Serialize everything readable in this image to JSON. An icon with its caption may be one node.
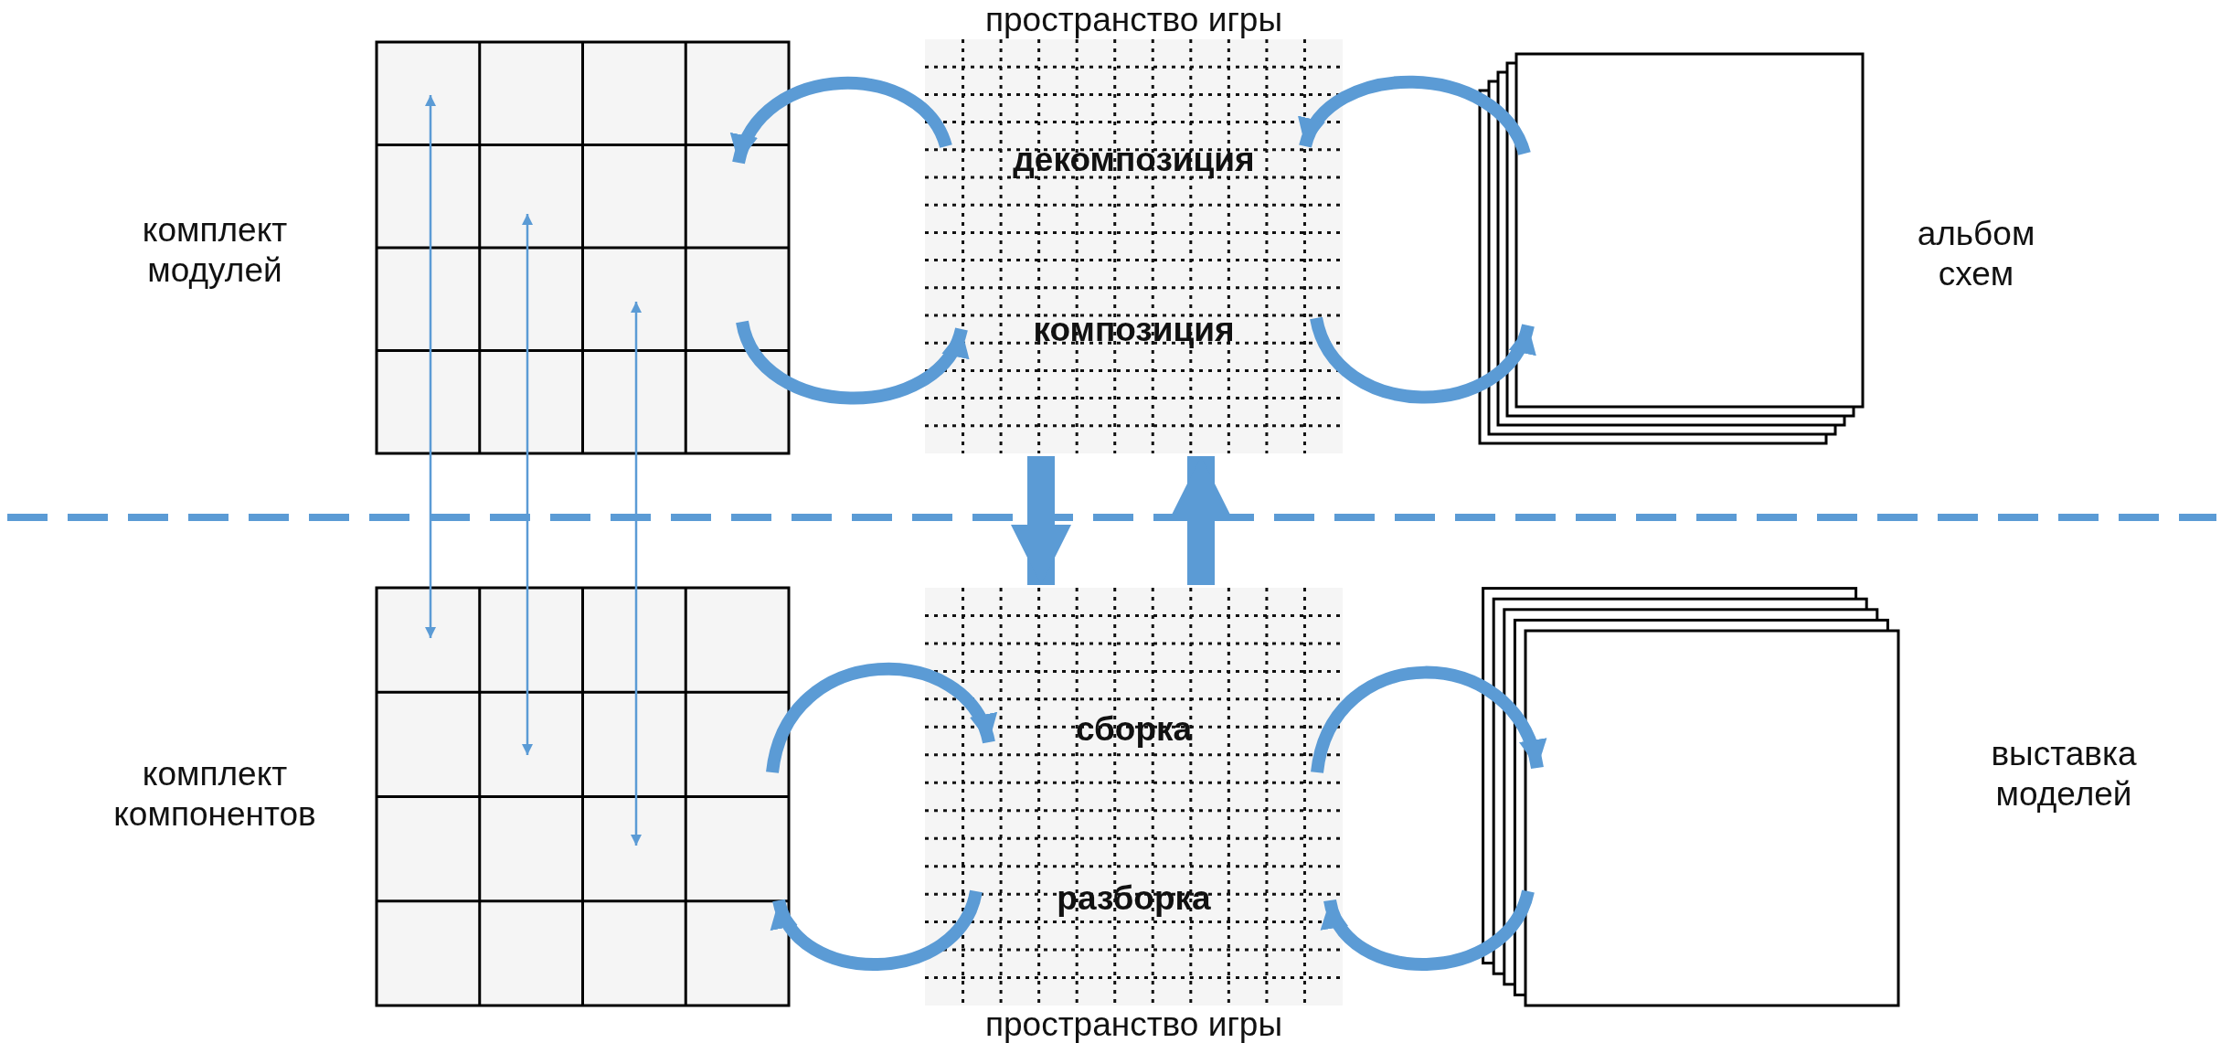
{
  "diagram": {
    "nodes": [
      {
        "text": [
          "комплект модулей"
        ]
      },
      {
        "text": [
          "пространство игры",
          "декомпозиция",
          "композиция"
        ]
      },
      {
        "text": [
          "альбом схем"
        ]
      },
      {
        "text": [
          "комплект компонентов"
        ]
      },
      {
        "text": [
          "сборка",
          "разборка",
          "пространство игры"
        ]
      },
      {
        "text": [
          "выставка моделей"
        ]
      }
    ],
    "edges": [
      {
        "from": 1,
        "to": 0,
        "arrow": "to"
      },
      {
        "from": 2,
        "to": 1,
        "arrow": "to"
      },
      {
        "from": 0,
        "to": 1,
        "arrow": "to"
      },
      {
        "from": 1,
        "to": 2,
        "arrow": "to"
      },
      {
        "from": 1,
        "to": 4,
        "arrow": "to",
        "style": "thick"
      },
      {
        "from": 4,
        "to": 1,
        "arrow": "to",
        "style": "thick"
      },
      {
        "from": 0,
        "to": 3,
        "arrow": "both"
      },
      {
        "from": 0,
        "to": 3,
        "arrow": "both"
      },
      {
        "from": 0,
        "to": 3,
        "arrow": "both"
      },
      {
        "from": 3,
        "to": 4,
        "arrow": "to"
      },
      {
        "from": 4,
        "to": 5,
        "arrow": "to"
      },
      {
        "from": 5,
        "to": 4,
        "arrow": "to"
      },
      {
        "from": 4,
        "to": 3,
        "arrow": "to"
      }
    ]
  }
}
